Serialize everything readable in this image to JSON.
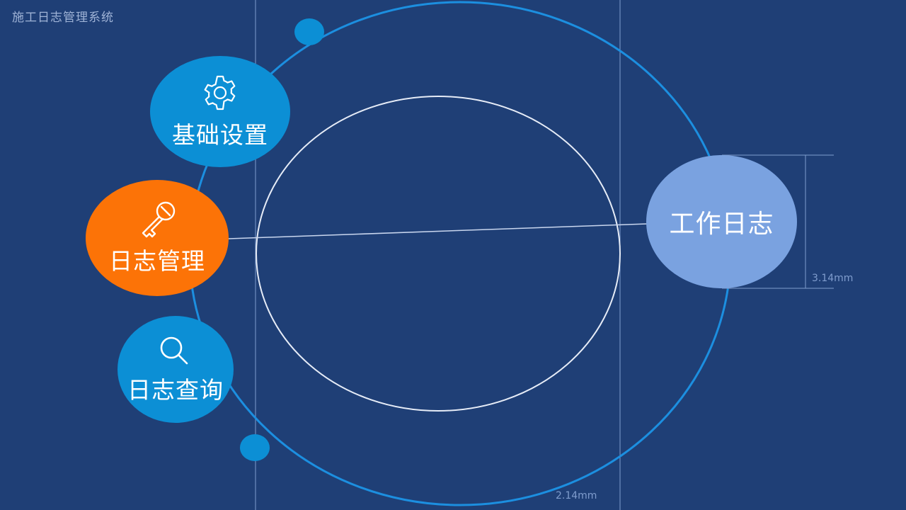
{
  "app": {
    "title": "施工日志管理系统"
  },
  "menu": {
    "settings": {
      "label": "基础设置",
      "icon": "gear-icon",
      "color": "#0c8fd5"
    },
    "log_management": {
      "label": "日志管理",
      "icon": "key-icon",
      "color": "#fc7307"
    },
    "log_query": {
      "label": "日志查询",
      "icon": "search-icon",
      "color": "#0c8fd5"
    },
    "work_log": {
      "label": "工作日志",
      "color": "#7aa2e0"
    }
  },
  "annotations": {
    "height_dimension": "3.14mm",
    "width_dimension": "2.14mm"
  },
  "colors": {
    "background": "#1f3f76",
    "orbit": "#1c8fe0",
    "inner_circle": "#e6ecf7",
    "guide_lines": "#7f9ccd"
  }
}
